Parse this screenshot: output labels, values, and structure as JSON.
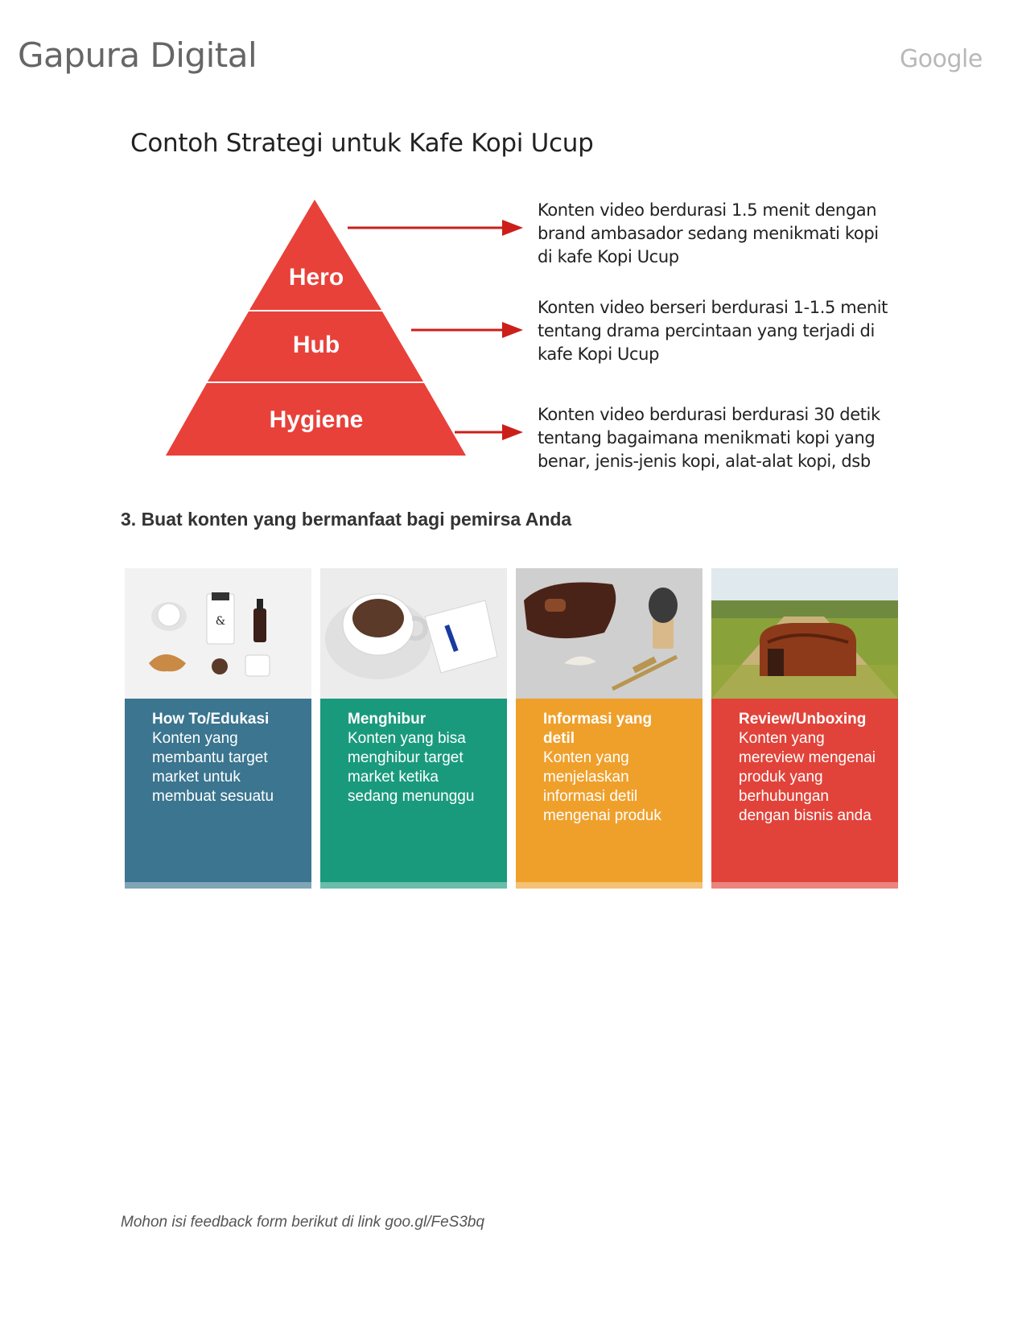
{
  "header": {
    "brand": "Gapura Digital",
    "partner": "Google"
  },
  "section_title": "Contoh Strategi untuk Kafe Kopi Ucup",
  "pyramid": {
    "levels": [
      {
        "label": "Hero",
        "description": "Konten video berdurasi 1.5 menit dengan brand ambasador sedang menikmati kopi di kafe Kopi Ucup"
      },
      {
        "label": "Hub",
        "description": "Konten video berseri berdurasi 1-1.5 menit tentang drama percintaan yang terjadi di kafe Kopi Ucup"
      },
      {
        "label": "Hygiene",
        "description": "Konten video berdurasi berdurasi 30 detik tentang bagaimana menikmati kopi yang benar, jenis-jenis kopi, alat-alat kopi, dsb"
      }
    ],
    "colors": {
      "fill": "#e8413a",
      "arrow": "#cc1f1a"
    }
  },
  "step_heading": "3.  Buat konten yang bermanfaat bagi pemirsa Anda",
  "cards": [
    {
      "title": "How To/Edukasi",
      "text": "Konten yang membantu target market untuk membuat sesuatu",
      "color": "#3b758f",
      "image": "coffee-products-photo"
    },
    {
      "title": "Menghibur",
      "text": "Konten yang bisa menghibur target market ketika sedang menunggu",
      "color": "#1a9a7d",
      "image": "coffee-cup-photo"
    },
    {
      "title": "Informasi yang detil",
      "text": "Konten yang menjelaskan informasi detil mengenai produk",
      "color": "#efa02b",
      "image": "grooming-kit-photo"
    },
    {
      "title": "Review/Unboxing",
      "text": "Konten yang mereview mengenai produk yang berhubungan dengan bisnis anda",
      "color": "#e1433a",
      "image": "leather-bag-field-photo"
    }
  ],
  "footer": "Mohon isi feedback form berikut di link goo.gl/FeS3bq"
}
